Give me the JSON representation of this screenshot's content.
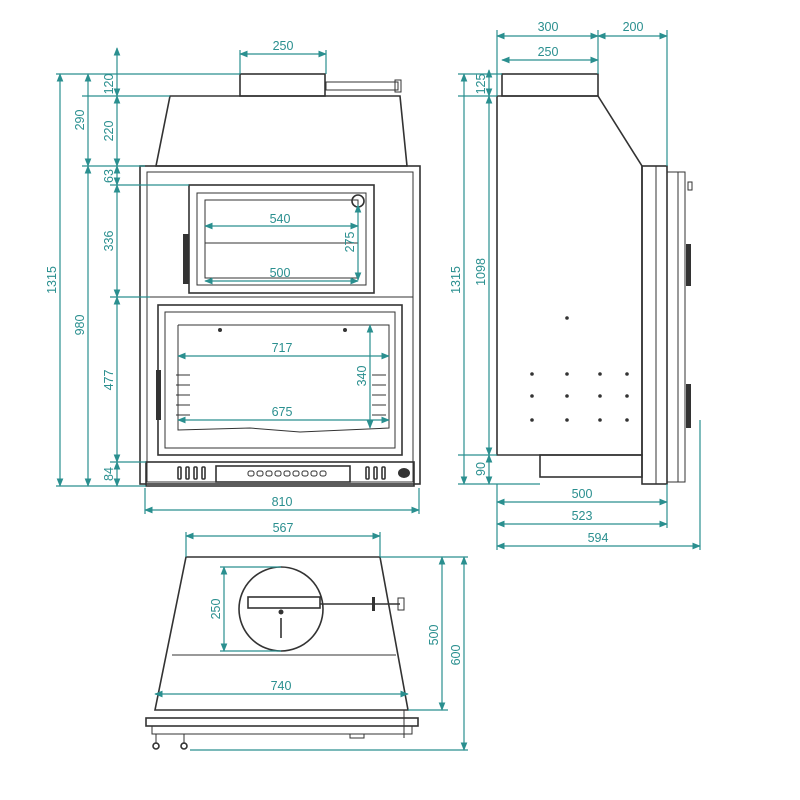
{
  "colors": {
    "dimension": "#2a8f8f",
    "outline": "#333333",
    "background": "#ffffff"
  },
  "front_view": {
    "dims": {
      "flue_width": "250",
      "flue_height": "120",
      "hood_height": "220",
      "top_total": "290",
      "overall_height": "1315",
      "body_height": "980",
      "oven_band": "63",
      "oven_height": "336",
      "oven_inner_width": "540",
      "oven_glass_width": "500",
      "oven_glass_height": "275",
      "fire_height": "477",
      "fire_inner_width": "717",
      "fire_glass_width": "675",
      "fire_glass_height": "340",
      "base_height": "84",
      "overall_width": "810"
    }
  },
  "side_view": {
    "dims": {
      "top_depth": "300",
      "front_offset": "200",
      "flue_width": "250",
      "flue_height": "125",
      "overall_height": "1315",
      "body_height": "1098",
      "base_height": "90",
      "depth_base": "500",
      "depth_body": "523",
      "depth_total": "594"
    }
  },
  "top_view": {
    "dims": {
      "back_width": "567",
      "flue_diameter": "250",
      "depth_inner": "500",
      "depth_total": "600",
      "front_width": "740"
    }
  }
}
